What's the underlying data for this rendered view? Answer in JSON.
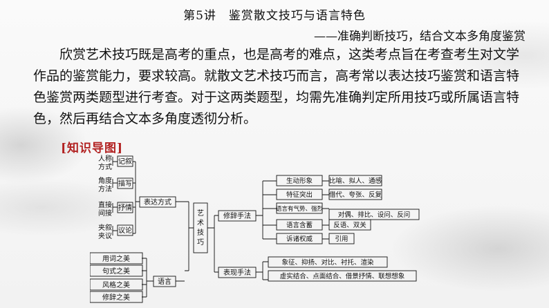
{
  "header": {
    "title": "第5讲　鉴赏散文技巧与语言特色",
    "subtitle": "——准确判断技巧，结合文本多角度鉴赏"
  },
  "paragraph": "欣赏艺术技巧既是高考的重点，也是高考的难点，这类考点旨在考查考生对文学作品的鉴赏能力，要求较高。就散文艺术技巧而言，高考常以表达技巧鉴赏和语言特色鉴赏两类题型进行考查。对于这两类题型，均需先准确判定所用技巧或所属语言特色，然后再结合文本多角度透彻分析。",
  "section_label": "[知识导图]",
  "mindmap": {
    "root": "艺术技巧",
    "expression": {
      "label": "表达方式",
      "modes": [
        {
          "group": [
            "人称",
            "方式"
          ],
          "leaf": "记叙"
        },
        {
          "group": [
            "角度",
            "方法"
          ],
          "leaf": "描写"
        },
        {
          "group": [
            "直接",
            "间接"
          ],
          "leaf": "抒情"
        },
        {
          "group": [
            "夹叙",
            "夹议"
          ],
          "leaf": "议论"
        }
      ]
    },
    "language": {
      "label": "语言",
      "items": [
        "用词之美",
        "句式之美",
        "风格之美",
        "修辞之美"
      ]
    },
    "rhetoric": {
      "label": "修辞手法",
      "items": [
        {
          "name": "生动形象",
          "detail": "比喻、拟人、通感"
        },
        {
          "name": "特征突出",
          "detail": "借代、夸张、反复"
        },
        {
          "name": "语言有气势、强烈",
          "detail": "对偶、排比、设问、反问"
        },
        {
          "name": "语言含蓄",
          "detail": "反语、双关"
        },
        {
          "name": "诉诸权威",
          "detail": "引用"
        }
      ]
    },
    "technique": {
      "label": "表现手法",
      "items": [
        "象征、抑扬、对比、衬托、渲染",
        "虚实结合、点面结合、借景抒情、联想想象"
      ]
    }
  }
}
